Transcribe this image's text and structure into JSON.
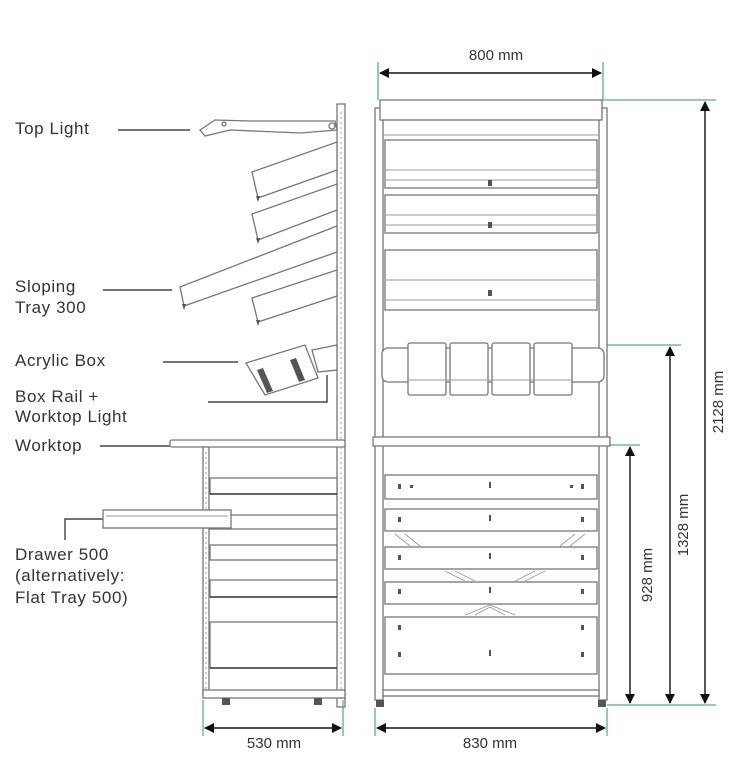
{
  "labels": {
    "top_light": "Top Light",
    "sloping_tray_1": "Sloping",
    "sloping_tray_2": "Tray 300",
    "acrylic_box": "Acrylic Box",
    "box_rail_1": "Box Rail +",
    "box_rail_2": "Worktop Light",
    "worktop": "Worktop",
    "drawer_1": "Drawer 500",
    "drawer_2": "(alternatively:",
    "drawer_3": "Flat Tray 500)"
  },
  "dimensions": {
    "front_width_top": "800 mm",
    "side_depth": "530 mm",
    "front_width_bottom": "830 mm",
    "total_height": "2128 mm",
    "rail_height": "1328 mm",
    "worktop_height": "928 mm"
  },
  "colors": {
    "dimension_line": "#2e9e5b",
    "drawing": "#777777"
  }
}
